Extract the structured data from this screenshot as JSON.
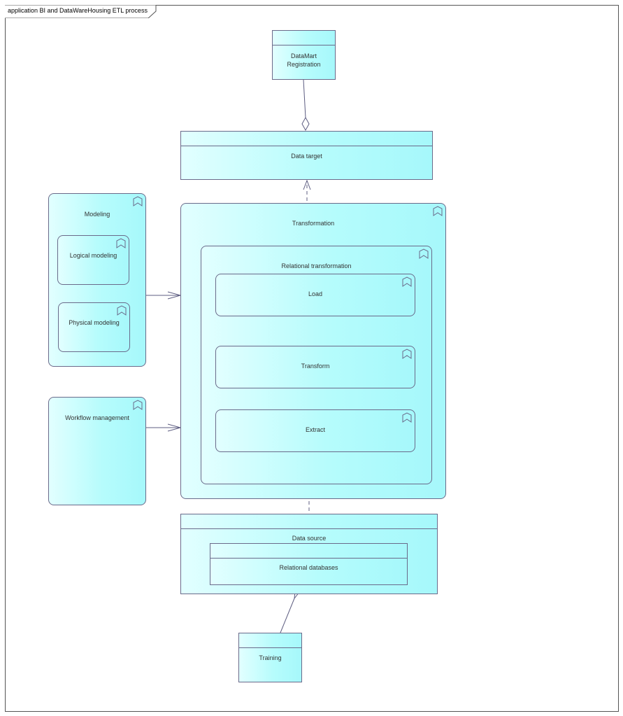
{
  "diagram": {
    "title": "application BI and DataWareHousing ETL process",
    "nodes": {
      "datamart_registration": {
        "line1": "DataMart",
        "line2": "Registration"
      },
      "data_target": {
        "label": "Data target"
      },
      "modeling": {
        "label": "Modeling"
      },
      "logical_modeling": {
        "label": "Logical modeling"
      },
      "physical_modeling": {
        "label": "Physical modeling"
      },
      "workflow_management": {
        "label": "Workflow management"
      },
      "transformation": {
        "label": "Transformation"
      },
      "relational_transformation": {
        "label": "Relational transformation"
      },
      "load": {
        "label": "Load"
      },
      "transform": {
        "label": "Transform"
      },
      "extract": {
        "label": "Extract"
      },
      "data_source": {
        "label": "Data source"
      },
      "relational_databases": {
        "label": "Relational databases"
      },
      "training": {
        "label": "Training"
      }
    },
    "colors": {
      "node_fill_light": "#e2ffff",
      "node_fill_dark": "#a6f8fb",
      "node_border": "#6a6a8a",
      "connector": "#5c5c80"
    }
  }
}
